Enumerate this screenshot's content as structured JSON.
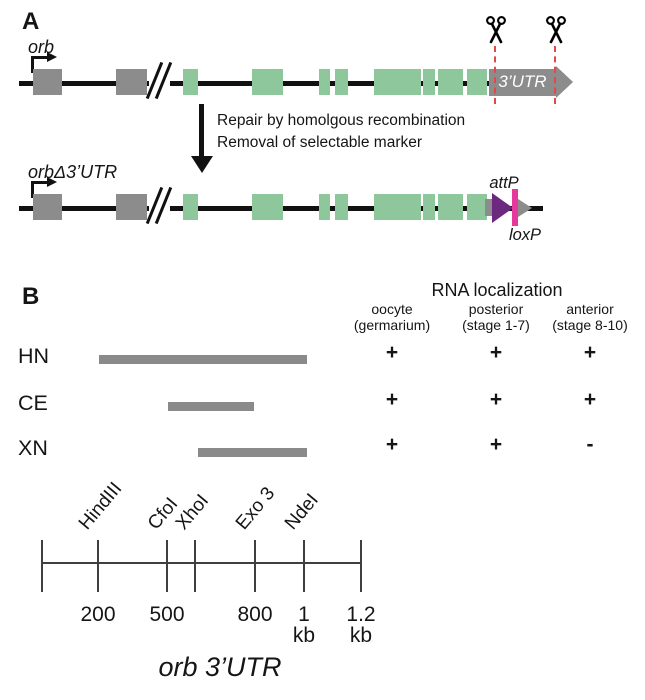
{
  "panel_a": {
    "label": "A",
    "gene_top": {
      "name": "orb",
      "utr_label": "3’UTR"
    },
    "step": {
      "line1": "Repair by homolgous recombination",
      "line2": "Removal of selectable marker"
    },
    "gene_bottom": {
      "name": "orbΔ3’UTR",
      "attp": "attP",
      "loxp": "loxP"
    }
  },
  "panel_b": {
    "label": "B",
    "table": {
      "title": "RNA localization",
      "columns": [
        {
          "line1": "oocyte",
          "line2": "(germarium)"
        },
        {
          "line1": "posterior",
          "line2": "(stage 1-7)"
        },
        {
          "line1": "anterior",
          "line2": "(stage 8-10)"
        }
      ],
      "rows": [
        {
          "label": "HN",
          "values": [
            "+",
            "+",
            "+"
          ]
        },
        {
          "label": "CE",
          "values": [
            "+",
            "+",
            "+"
          ]
        },
        {
          "label": "XN",
          "values": [
            "+",
            "+",
            "-"
          ]
        }
      ]
    },
    "ruler": {
      "enzymes": [
        "HindIII",
        "CfoI",
        "XhoI",
        "Exo 3",
        "NdeI"
      ],
      "ticks": [
        {
          "value": "200",
          "unit": ""
        },
        {
          "value": "500",
          "unit": ""
        },
        {
          "value": "800",
          "unit": ""
        },
        {
          "value": "1",
          "unit": "kb"
        },
        {
          "value": "1.2",
          "unit": "kb"
        }
      ],
      "caption": "orb 3’UTR"
    }
  },
  "icons": {
    "scissors_glyph": "✂"
  },
  "colors": {
    "exon_green": "#8ec79c",
    "exon_utr_gray": "#8c8c8c",
    "attp_purple": "#6b2a7f",
    "loxp_pink": "#e53a9c",
    "cut_line_red": "#e84545",
    "fragment_bar_gray": "#8a8a8a"
  }
}
